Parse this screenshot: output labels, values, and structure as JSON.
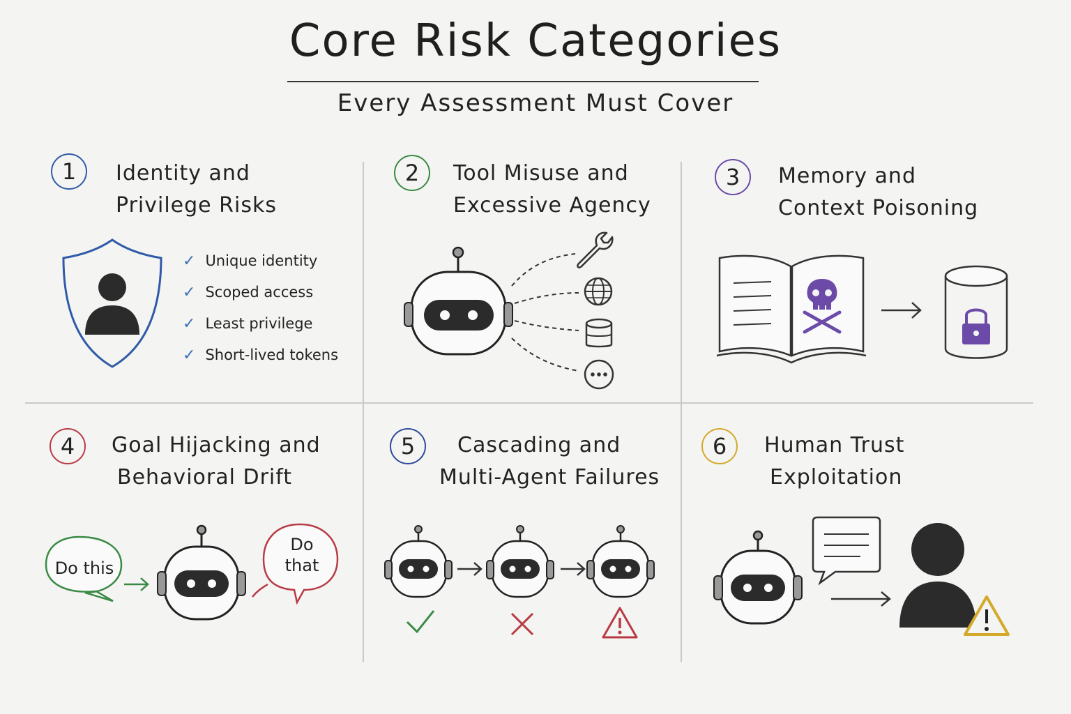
{
  "title": "Core Risk Categories",
  "subtitle": "Every Assessment Must Cover",
  "categories": [
    {
      "number": "1",
      "color": "#2f5aa8",
      "heading_line1": "Identity and",
      "heading_line2": "Privilege Risks",
      "checklist": [
        "Unique identity",
        "Scoped access",
        "Least privilege",
        "Short-lived tokens"
      ]
    },
    {
      "number": "2",
      "color": "#3a8a45",
      "heading_line1": "Tool Misuse and",
      "heading_line2": "Excessive Agency",
      "tool_icons": [
        "wrench-icon",
        "globe-icon",
        "database-icon",
        "more-icon"
      ]
    },
    {
      "number": "3",
      "color": "#6b4aa8",
      "heading_line1": "Memory and",
      "heading_line2": "Context Poisoning",
      "icons": [
        "open-book-icon",
        "skull-crossbones-icon",
        "arrow-right-icon",
        "locked-database-icon"
      ]
    },
    {
      "number": "4",
      "color": "#b83a44",
      "heading_line1": "Goal Hijacking and",
      "heading_line2": "Behavioral Drift",
      "bubble_left": "Do this",
      "bubble_right_line1": "Do",
      "bubble_right_line2": "that",
      "bubble_left_color": "#3a8a45",
      "bubble_right_color": "#b83a44"
    },
    {
      "number": "5",
      "color": "#2f4a9a",
      "heading_line1": "Cascading and",
      "heading_line2": "Multi-Agent Failures",
      "status_icons": [
        "check-icon",
        "cross-icon",
        "warning-icon"
      ],
      "status_colors": [
        "#3a8a45",
        "#b83a44",
        "#b83a44"
      ]
    },
    {
      "number": "6",
      "color": "#d4a92a",
      "heading_line1": "Human Trust",
      "heading_line2": "Exploitation",
      "icons": [
        "robot-icon",
        "speech-bubble-icon",
        "person-icon",
        "warning-icon"
      ]
    }
  ]
}
